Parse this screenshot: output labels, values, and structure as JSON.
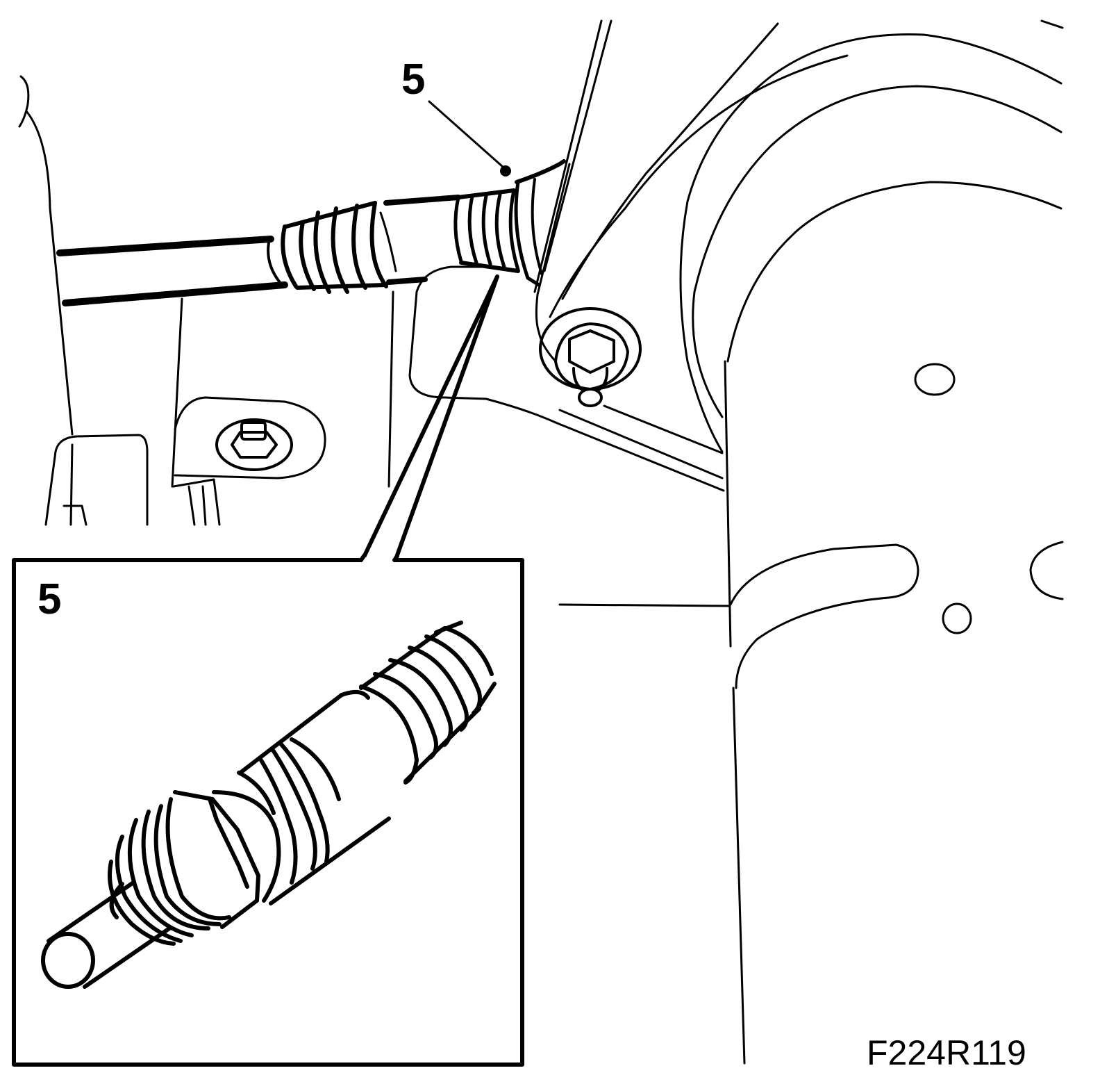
{
  "callouts": {
    "main_label": "5",
    "inset_label": "5"
  },
  "figure_code": "F224R119",
  "colors": {
    "line": "#000000",
    "background": "#ffffff"
  }
}
